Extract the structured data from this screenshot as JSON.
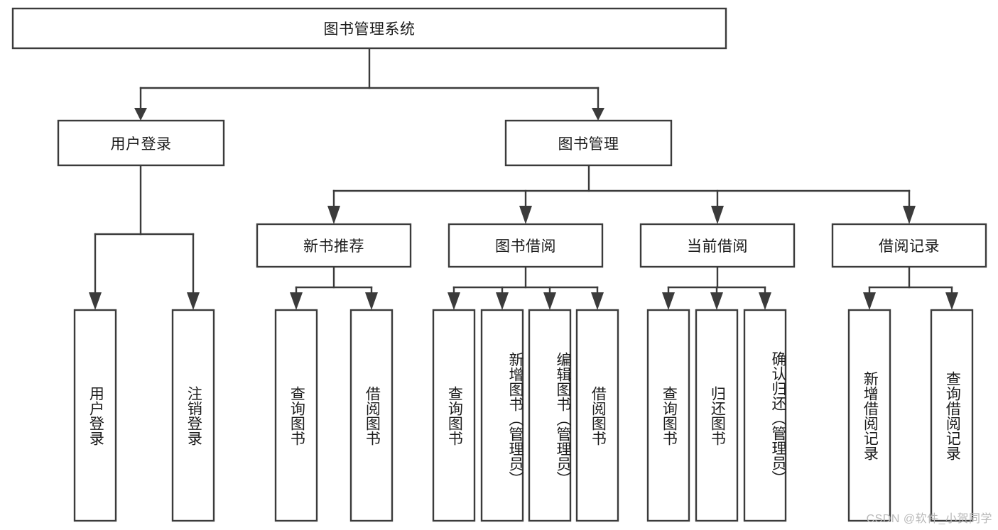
{
  "diagram": {
    "type": "hierarchy-tree",
    "title": "图书管理系统",
    "watermark": "CSDN @软件_小贺同学",
    "colors": {
      "stroke": "#3b3b3b",
      "fill": "#ffffff",
      "text": "#1b1b1b",
      "watermark": "#b9b9b9"
    },
    "nodes": {
      "root": {
        "label": "图书管理系统",
        "level": 0,
        "orientation": "horizontal"
      },
      "l1": [
        {
          "label": "用户登录",
          "orientation": "horizontal"
        },
        {
          "label": "图书管理",
          "orientation": "horizontal"
        }
      ],
      "l2": [
        {
          "label": "新书推荐",
          "orientation": "horizontal"
        },
        {
          "label": "图书借阅",
          "orientation": "horizontal"
        },
        {
          "label": "当前借阅",
          "orientation": "horizontal"
        },
        {
          "label": "借阅记录",
          "orientation": "horizontal"
        }
      ],
      "leaves": {
        "user_login": [
          {
            "label": "用户登录",
            "orientation": "vertical"
          },
          {
            "label": "注销登录",
            "orientation": "vertical"
          }
        ],
        "new_book": [
          {
            "label": "查询图书",
            "orientation": "vertical"
          },
          {
            "label": "借阅图书",
            "orientation": "vertical"
          }
        ],
        "borrow_book": [
          {
            "label": "查询图书",
            "orientation": "vertical"
          },
          {
            "label": "新增图书（管理员）",
            "orientation": "vertical"
          },
          {
            "label": "编辑图书（管理员）",
            "orientation": "vertical"
          },
          {
            "label": "借阅图书",
            "orientation": "vertical"
          }
        ],
        "current_borrow": [
          {
            "label": "查询图书",
            "orientation": "vertical"
          },
          {
            "label": "归还图书",
            "orientation": "vertical"
          },
          {
            "label": "确认归还（管理员）",
            "orientation": "vertical"
          }
        ],
        "borrow_record": [
          {
            "label": "新增借阅记录",
            "orientation": "vertical"
          },
          {
            "label": "查询借阅记录",
            "orientation": "vertical"
          }
        ]
      }
    }
  }
}
